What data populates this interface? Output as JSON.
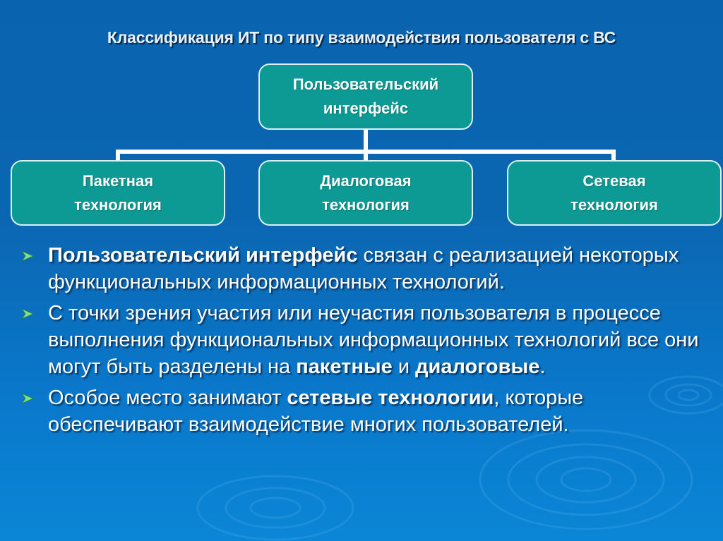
{
  "slide": {
    "title": "Классификация ИТ по типу взаимодействия пользователя с ВС",
    "colors": {
      "background": "#0b66b2",
      "box_fill": "#0d9a94",
      "box_border": "#d8f0ee",
      "text": "#ffffff",
      "bullet_arrow": "#7ee08a"
    }
  },
  "diagram": {
    "root": {
      "line1": "Пользовательский",
      "line2": "интерфейс"
    },
    "children": [
      {
        "line1": "Пакетная",
        "line2": "технология"
      },
      {
        "line1": "Диалоговая",
        "line2": "технология"
      },
      {
        "line1": "Сетевая",
        "line2": "технология"
      }
    ]
  },
  "bullets": [
    {
      "icon": "arrow-bullet-icon",
      "parts": [
        {
          "text": "Пользовательский интерфейс",
          "bold": true
        },
        {
          "text": " связан с реализацией некоторых функциональных информационных технологий.",
          "bold": false
        }
      ]
    },
    {
      "icon": "arrow-bullet-icon",
      "parts": [
        {
          "text": "С точки зрения участия или неучастия пользователя в процессе выполнения функциональных информационных технологий все они могут быть разделены на ",
          "bold": false
        },
        {
          "text": "пакетные",
          "bold": true
        },
        {
          "text": " и ",
          "bold": false
        },
        {
          "text": "диалоговые",
          "bold": true
        },
        {
          "text": ".",
          "bold": false
        }
      ]
    },
    {
      "icon": "arrow-bullet-icon",
      "parts": [
        {
          "text": "Особое место занимают ",
          "bold": false
        },
        {
          "text": "сетевые технологии",
          "bold": true
        },
        {
          "text": ", которые обеспечивают взаимодействие многих пользователей.",
          "bold": false
        }
      ]
    }
  ]
}
